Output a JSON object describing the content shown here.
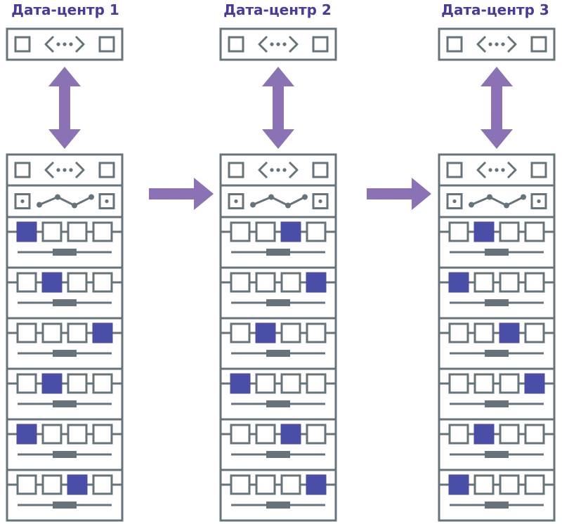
{
  "datacenters": [
    {
      "title": "Дата-центр 1",
      "active_slots": [
        0,
        1,
        3,
        1,
        0,
        2
      ]
    },
    {
      "title": "Дата-центр 2",
      "active_slots": [
        2,
        3,
        1,
        0,
        2,
        3
      ]
    },
    {
      "title": "Дата-центр 3",
      "active_slots": [
        1,
        0,
        2,
        3,
        1,
        0
      ]
    }
  ],
  "colors": {
    "frame": "#66737a",
    "active": "#4b4ea6",
    "arrow": "#8a72b4",
    "title": "#4a3a9c",
    "fill": "#ffffff"
  },
  "icons": {
    "sync": "sync-arrows-icon",
    "network": "network-icon",
    "server": "server-slot-icon"
  }
}
